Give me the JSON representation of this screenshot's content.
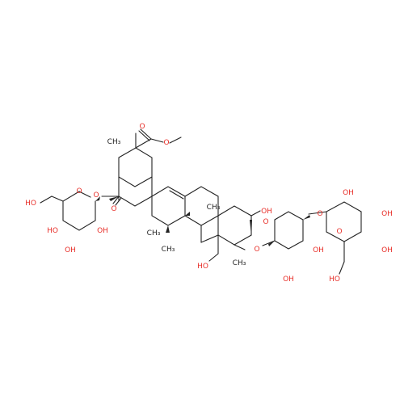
{
  "colors": {
    "background": "#ffffff",
    "bond": "#222222",
    "oxygen": "#e8302a",
    "carbon": "#222222"
  },
  "labels": {
    "ester_o_top": "O",
    "ester_o_methyl": "O",
    "methyl_ester_ch3": "",
    "c20_methyl": "CH₃",
    "c28_carbonyl_o": "O",
    "c28_ester_o": "O",
    "glc1_ring_o": "O",
    "glc1_c6_oh": "HO",
    "glc1_c4_oh": "HO",
    "glc1_c3_oh": "OH",
    "glc1_c2_oh": "OH",
    "c2_oh": "OH",
    "c25_methyl": "CH₃",
    "c26_methyl": "CH₃",
    "c27_methyl": "CH₃",
    "c24_methyl": "CH₃",
    "c23_hoch2": "HO",
    "c3_glycosidic_o": "O",
    "ara_ring_o": "O",
    "ara_c2_oh": "OH",
    "ara_c3_oh": "OH",
    "ara_glycosidic_o": "O",
    "glc2_ring_o": "O",
    "glc2_c2_oh": "OH",
    "glc2_c3_oh": "OH",
    "glc2_c4_oh": "OH",
    "glc2_c6_oh": "HO"
  }
}
